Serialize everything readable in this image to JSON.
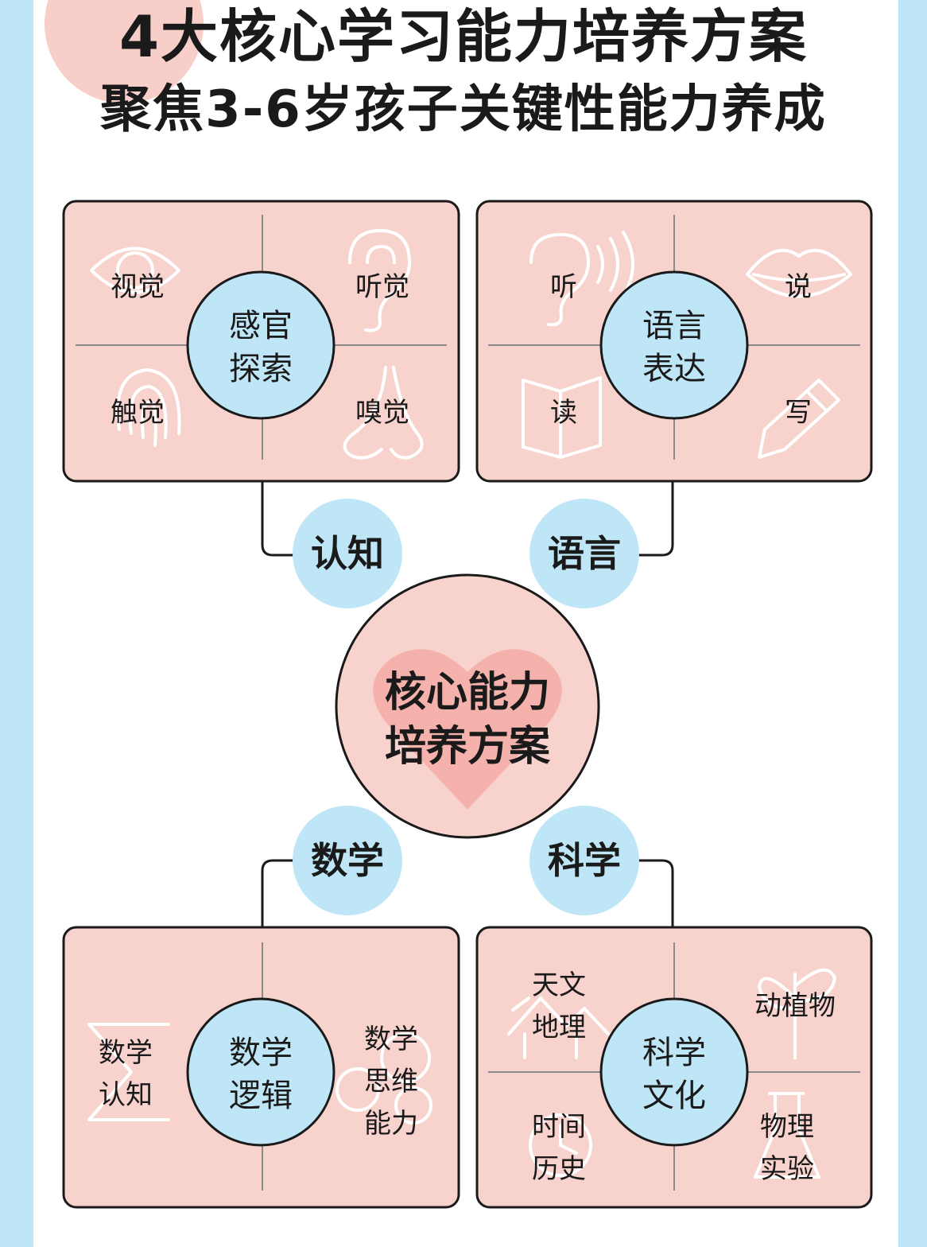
{
  "header": {
    "title": "4大核心学习能力培养方案",
    "subtitle": "聚焦3-6岁孩子关键性能力养成"
  },
  "hub": {
    "lines": [
      "核心能力",
      "培养方案"
    ]
  },
  "branches": {
    "cognition": "认知",
    "language": "语言",
    "math": "数学",
    "science": "科学"
  },
  "panels": {
    "cognition": {
      "center": [
        "感官",
        "探索"
      ],
      "quadrants": [
        [
          "视觉"
        ],
        [
          "听觉"
        ],
        [
          "触觉"
        ],
        [
          "嗅觉"
        ]
      ],
      "icons": [
        "eye-icon",
        "ear-icon",
        "fingerprint-icon",
        "nose-icon"
      ]
    },
    "language": {
      "center": [
        "语言",
        "表达"
      ],
      "quadrants": [
        [
          "听"
        ],
        [
          "说"
        ],
        [
          "读"
        ],
        [
          "写"
        ]
      ],
      "icons": [
        "ear-sound-icon",
        "lips-icon",
        "book-icon",
        "pencil-icon"
      ]
    },
    "math": {
      "center": [
        "数学",
        "逻辑"
      ],
      "quadrants": [
        [
          "数学",
          "认知"
        ],
        [
          "数学",
          "思维",
          "能力"
        ]
      ],
      "icons": [
        "sigma-icon",
        "math-think-icon"
      ]
    },
    "science": {
      "center": [
        "科学",
        "文化"
      ],
      "quadrants": [
        [
          "天文",
          "地理"
        ],
        [
          "动植物"
        ],
        [
          "时间",
          "历史"
        ],
        [
          "物理",
          "实验"
        ]
      ],
      "icons": [
        "landscape-icon",
        "plant-icon",
        "clock-icon",
        "beaker-icon"
      ]
    }
  },
  "colors": {
    "background": "#bfe6f7",
    "panel": "#f8d3cd",
    "bubble": "#bfe6f7",
    "hub_heart": "#f5b2ad",
    "stroke": "#1a1a1a"
  }
}
